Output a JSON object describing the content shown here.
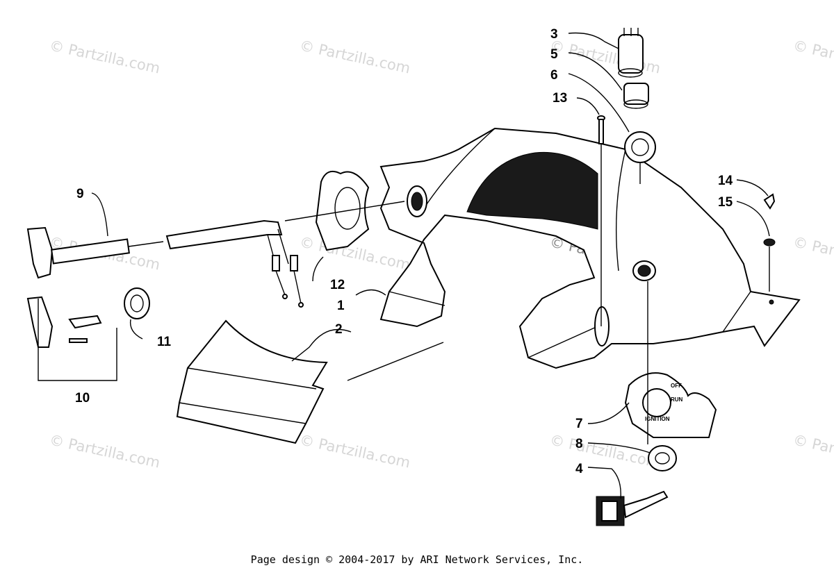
{
  "watermark": {
    "text": "© Partzilla.com"
  },
  "callouts": [
    {
      "id": "1",
      "text": "1"
    },
    {
      "id": "2",
      "text": "2"
    },
    {
      "id": "3",
      "text": "3"
    },
    {
      "id": "4",
      "text": "4"
    },
    {
      "id": "5",
      "text": "5"
    },
    {
      "id": "6",
      "text": "6"
    },
    {
      "id": "7",
      "text": "7"
    },
    {
      "id": "8",
      "text": "8"
    },
    {
      "id": "9",
      "text": "9"
    },
    {
      "id": "10",
      "text": "10"
    },
    {
      "id": "11",
      "text": "11"
    },
    {
      "id": "12",
      "text": "12"
    },
    {
      "id": "13",
      "text": "13"
    },
    {
      "id": "14",
      "text": "14"
    },
    {
      "id": "15",
      "text": "15"
    }
  ],
  "switch_plate": {
    "off": "OFF",
    "run": "RUN",
    "ignition": "IGNITION"
  },
  "footer": {
    "text": "Page design © 2004-2017 by ARI Network Services, Inc."
  }
}
